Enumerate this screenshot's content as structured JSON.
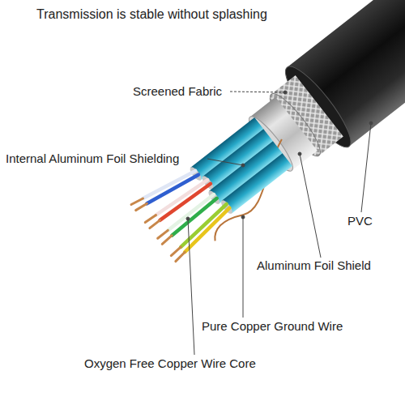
{
  "diagram": {
    "title": "Transmission is stable without splashing",
    "labels": [
      "Screened Fabric",
      "Internal Aluminum Foil Shielding",
      "PVC",
      "Aluminum Foil Shield",
      "Pure Copper Ground Wire",
      "Oxygen Free Copper Wire Core"
    ]
  }
}
